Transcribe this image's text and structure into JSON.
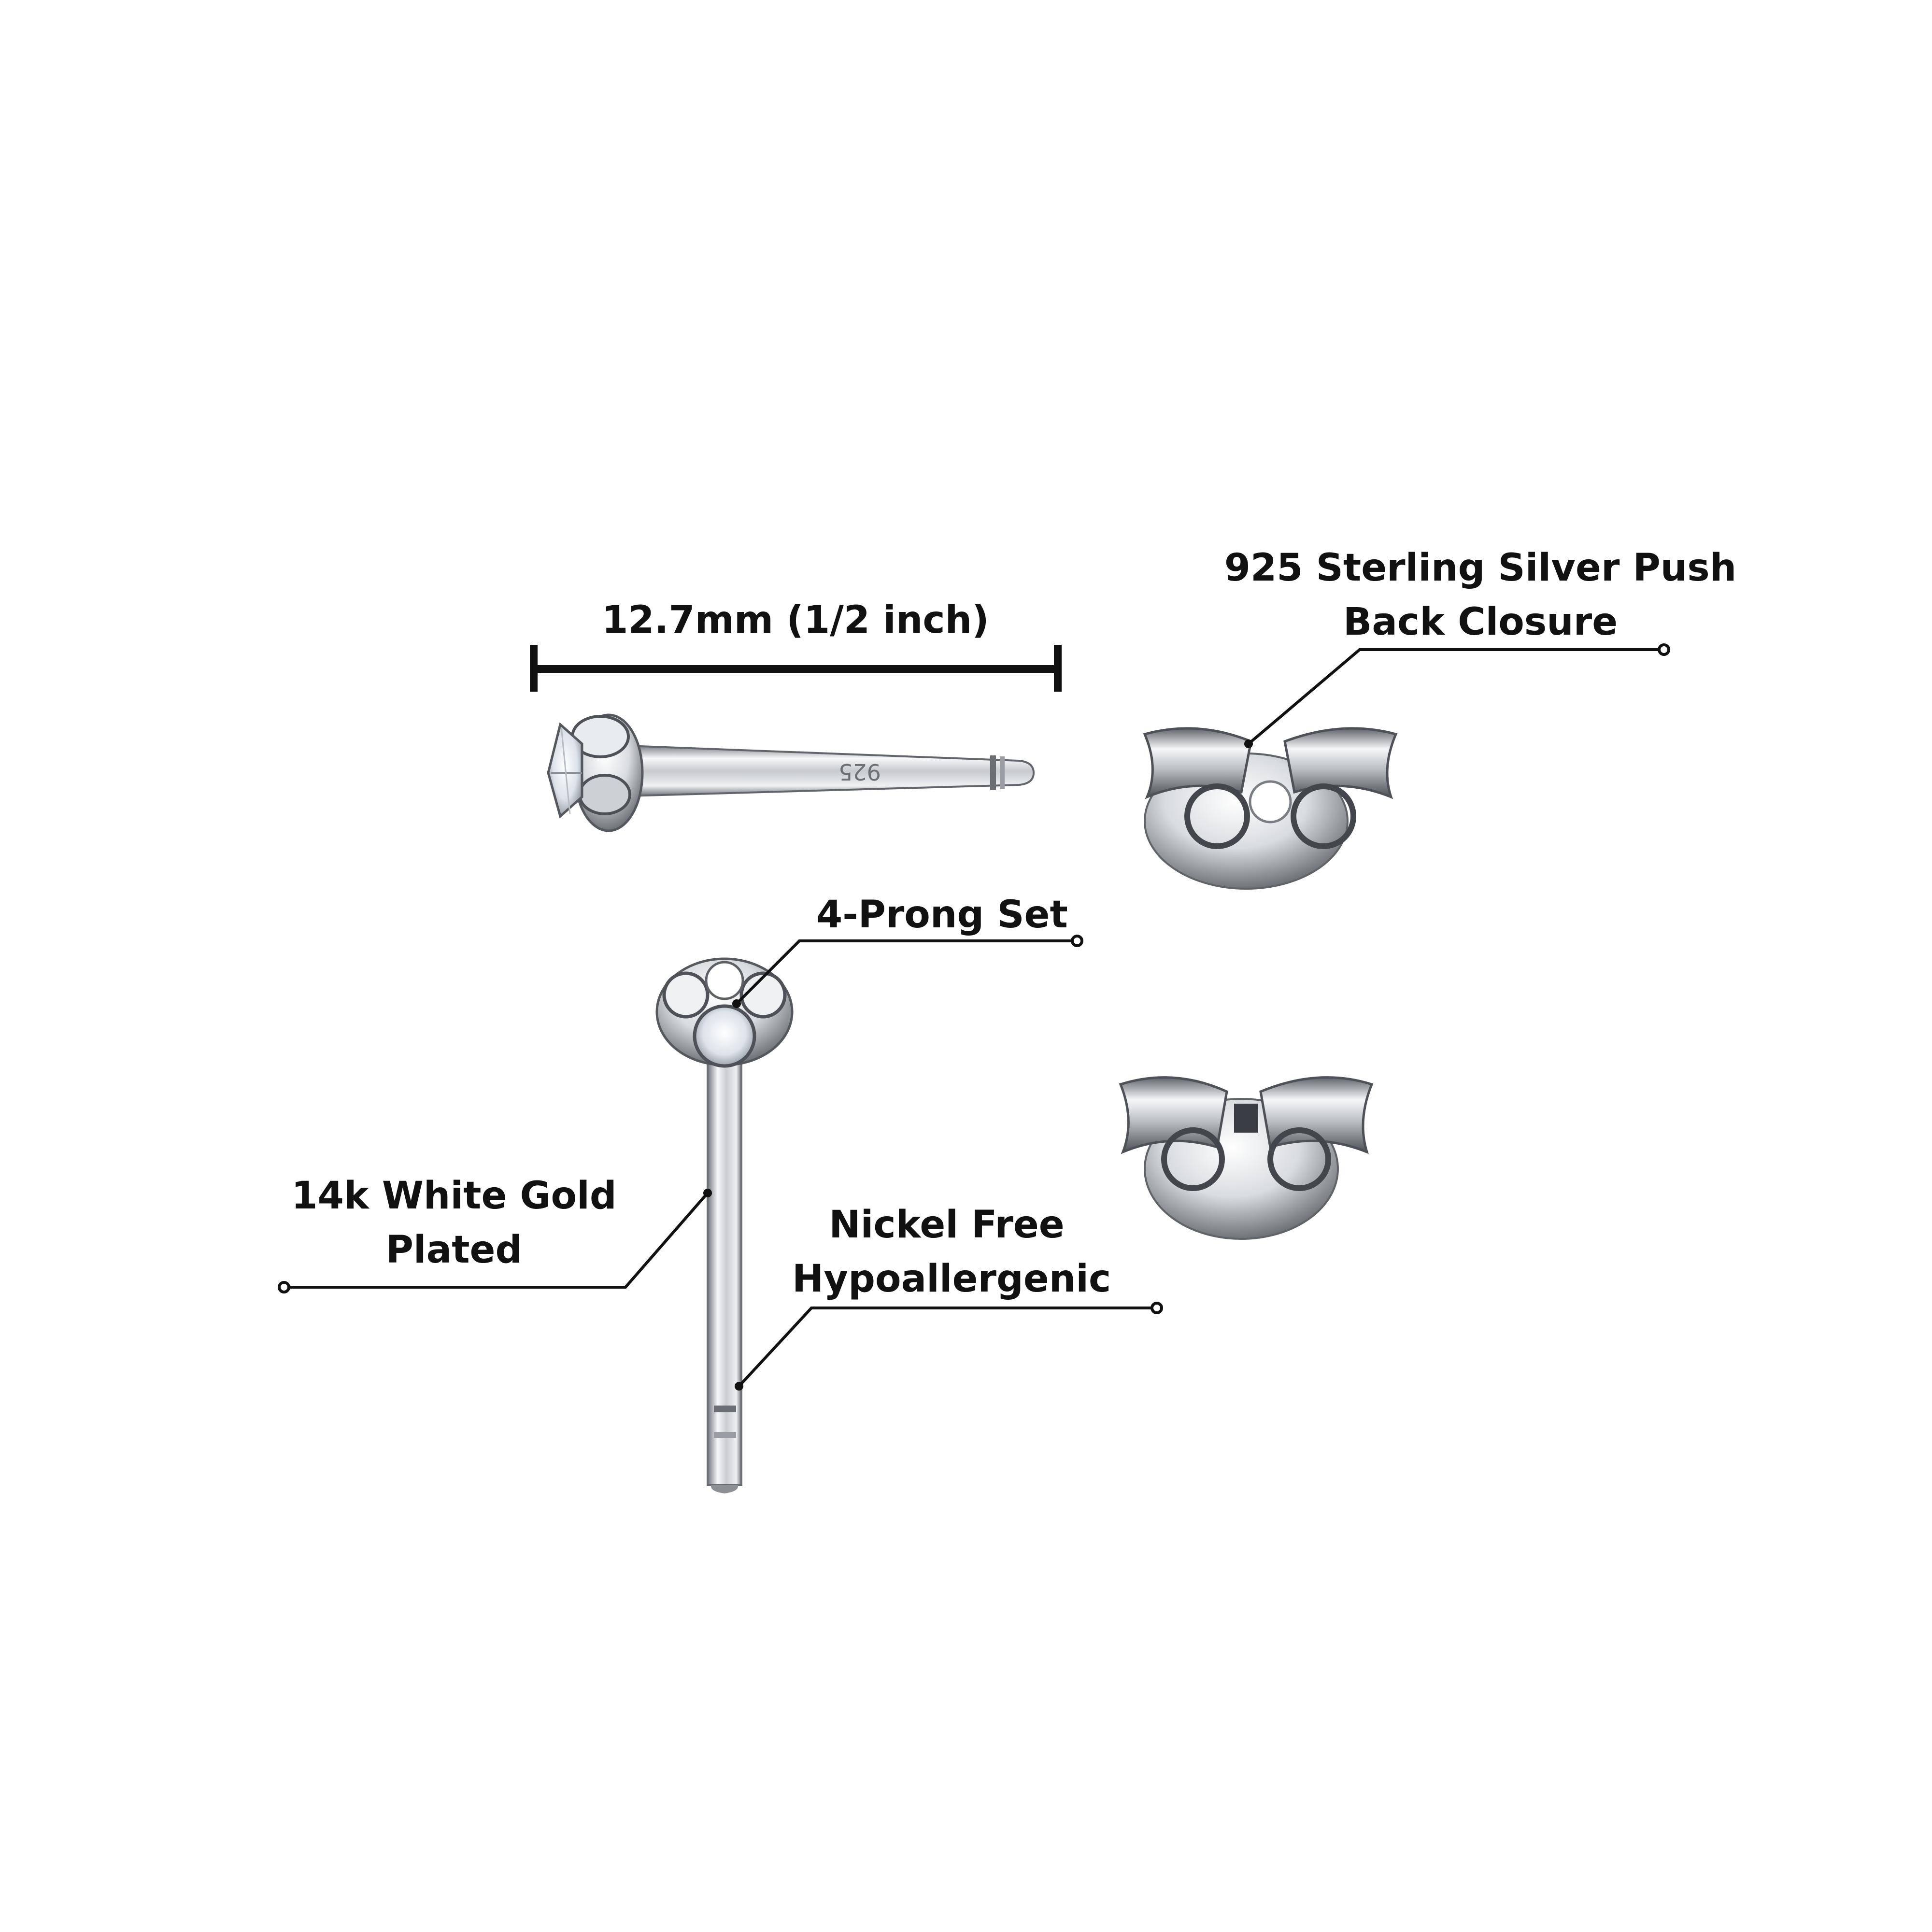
{
  "measurement": {
    "label": "12.7mm (1/2 inch)"
  },
  "callouts": {
    "push_back": {
      "line1": "925 Sterling Silver Push",
      "line2": "Back Closure"
    },
    "prong": {
      "label": "4-Prong Set"
    },
    "plating": {
      "line1": "14k White Gold",
      "line2": "Plated"
    },
    "nickel": {
      "line1": "Nickel Free",
      "line2": "Hypoallergenic"
    }
  },
  "stamp": {
    "text": "925"
  },
  "colors": {
    "text": "#111111",
    "line": "#111111",
    "metal_light": "#f4f5f7",
    "metal_dark": "#5d6066"
  }
}
